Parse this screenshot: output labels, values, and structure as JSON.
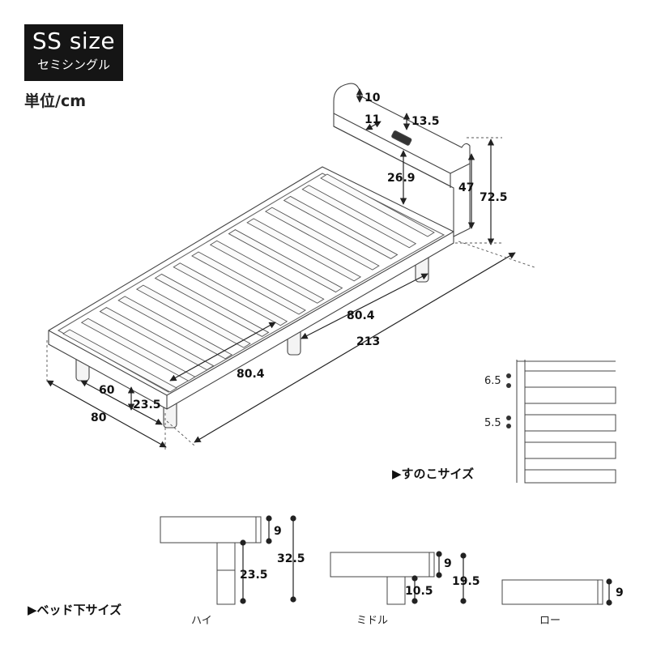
{
  "badge": {
    "size_label": "SS size",
    "size_name": "セミシングル"
  },
  "unit_label": "単位/cm",
  "bed_dimensions": {
    "headboard_top": "10",
    "shelf_depth": "11",
    "shelf_height": "13.5",
    "shelf_to_deck": "26.9",
    "head_lower": "47",
    "total_height": "72.5",
    "half_length_right": "80.4",
    "total_length": "213",
    "half_length_left": "80.4",
    "frame_width": "60",
    "leg_height": "23.5",
    "total_width": "80"
  },
  "slat_section": {
    "caption": "▶すのこサイズ",
    "gap_1": "6.5",
    "gap_2": "5.5"
  },
  "leg_section": {
    "caption": "▶ベッド下サイズ",
    "high": {
      "label": "ハイ",
      "frame": "9",
      "leg": "23.5",
      "total": "32.5"
    },
    "middle": {
      "label": "ミドル",
      "frame": "9",
      "leg": "10.5",
      "total": "19.5"
    },
    "low": {
      "label": "ロー",
      "frame": "9"
    }
  }
}
